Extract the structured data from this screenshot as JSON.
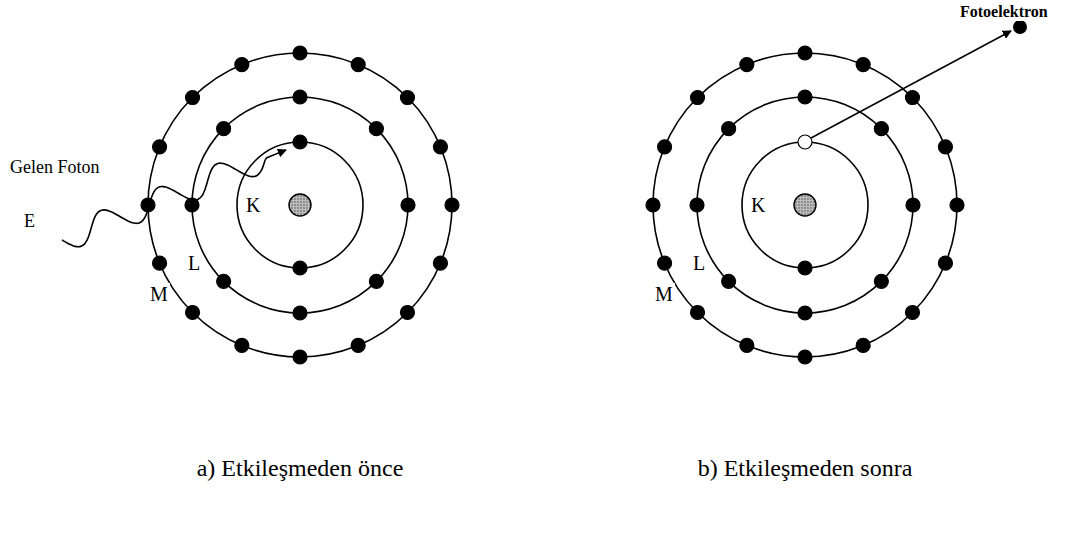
{
  "diagram": {
    "labels": [
      "Gelen Foton",
      "E",
      "K",
      "L",
      "M",
      "Fotoelektron",
      "K",
      "L",
      "M",
      "a) Etkileşmeden önce",
      "b) Etkileşmeden sonra"
    ]
  }
}
